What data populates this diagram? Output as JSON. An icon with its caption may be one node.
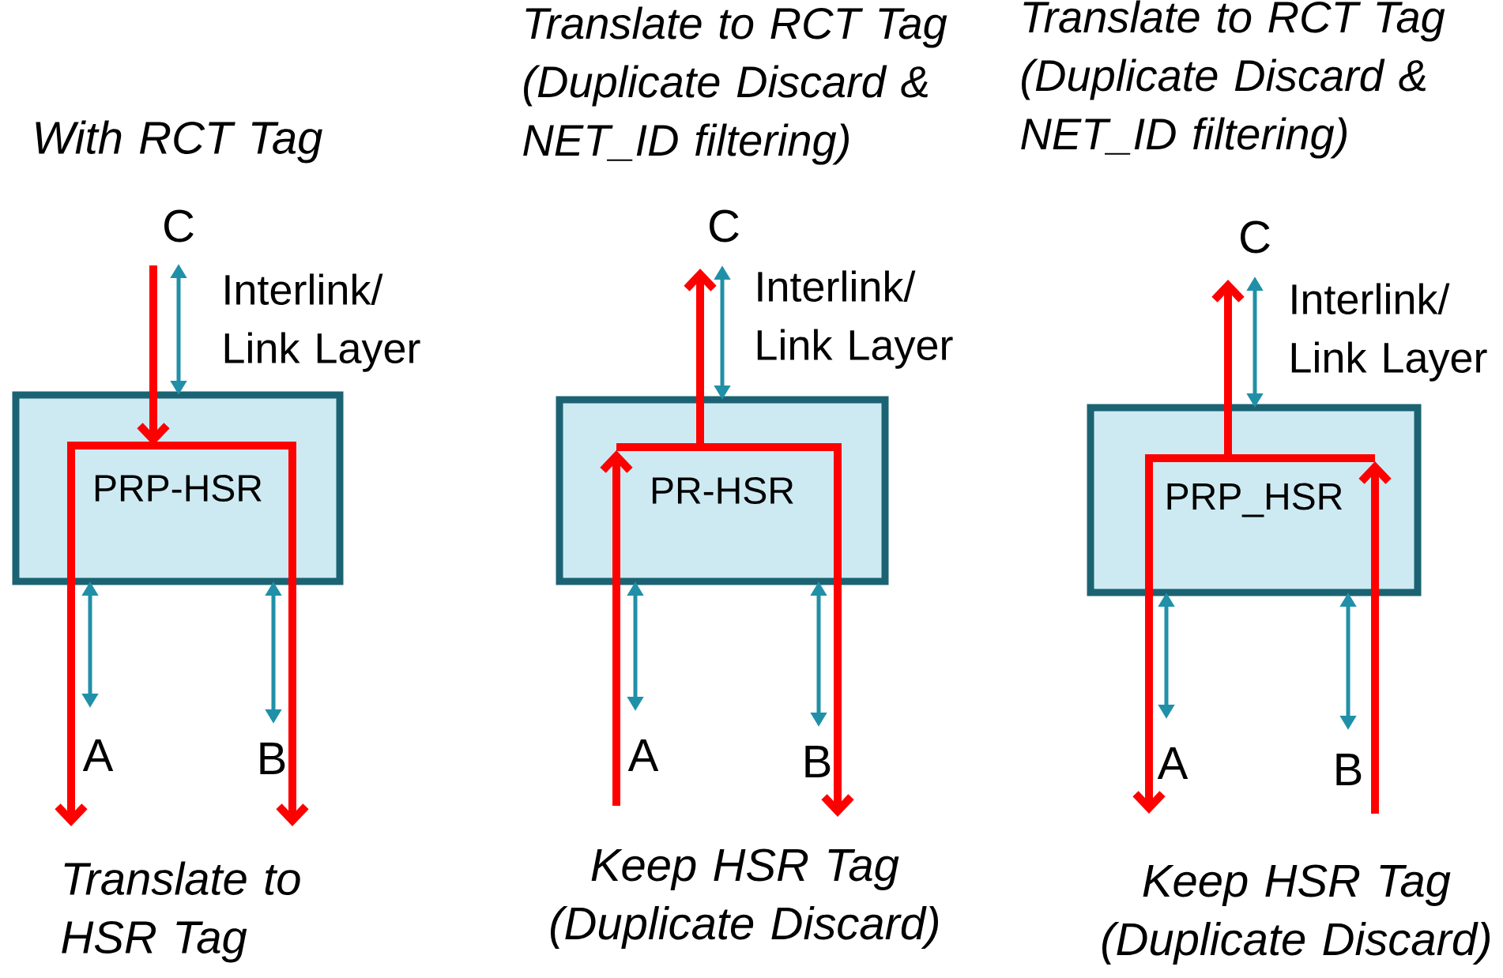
{
  "diagram": {
    "nodes": [
      {
        "text": [
          "C"
        ]
      },
      {
        "text": [
          "PRP-HSR"
        ]
      },
      {
        "text": [
          "A"
        ]
      },
      {
        "text": [
          "B"
        ]
      },
      {
        "text": [
          "C"
        ]
      },
      {
        "text": [
          "PR-HSR"
        ]
      },
      {
        "text": [
          "A"
        ]
      },
      {
        "text": [
          "B"
        ]
      },
      {
        "text": [
          "C"
        ]
      },
      {
        "text": [
          "PRP_HSR"
        ]
      },
      {
        "text": [
          "A"
        ]
      },
      {
        "text": [
          "B"
        ]
      }
    ],
    "edges": [
      {
        "from": 0,
        "to": 1,
        "arrow": "both"
      },
      {
        "from": 1,
        "to": 2,
        "arrow": "both"
      },
      {
        "from": 1,
        "to": 3,
        "arrow": "both"
      },
      {
        "from": 0,
        "to": 1,
        "arrow": "to",
        "style": "thick",
        "color": "#ff0000"
      },
      {
        "from": 1,
        "to": 2,
        "arrow": "to",
        "style": "thick",
        "color": "#ff0000"
      },
      {
        "from": 1,
        "to": 3,
        "arrow": "to",
        "style": "thick",
        "color": "#ff0000"
      },
      {
        "from": 4,
        "to": 5,
        "arrow": "both"
      },
      {
        "from": 5,
        "to": 6,
        "arrow": "both"
      },
      {
        "from": 5,
        "to": 7,
        "arrow": "both"
      },
      {
        "from": 6,
        "to": 5,
        "arrow": "to",
        "style": "thick",
        "color": "#ff0000"
      },
      {
        "from": 5,
        "to": 4,
        "arrow": "to",
        "style": "thick",
        "color": "#ff0000"
      },
      {
        "from": 5,
        "to": 7,
        "arrow": "to",
        "style": "thick",
        "color": "#ff0000"
      },
      {
        "from": 8,
        "to": 9,
        "arrow": "both"
      },
      {
        "from": 9,
        "to": 10,
        "arrow": "both"
      },
      {
        "from": 9,
        "to": 11,
        "arrow": "both"
      },
      {
        "from": 11,
        "to": 9,
        "arrow": "to",
        "style": "thick",
        "color": "#ff0000"
      },
      {
        "from": 9,
        "to": 8,
        "arrow": "to",
        "style": "thick",
        "color": "#ff0000"
      },
      {
        "from": 9,
        "to": 10,
        "arrow": "to",
        "style": "thick",
        "color": "#ff0000"
      }
    ],
    "labels": [
      "With RCT Tag",
      "Interlink/ Link Layer",
      "Translate to HSR Tag",
      "Translate to RCT Tag (Duplicate Discard & NET_ID filtering)",
      "Interlink/ Link Layer",
      "Keep HSR Tag (Duplicate Discard)",
      "Translate to RCT Tag (Duplicate Discard & NET_ID filtering)",
      "Interlink/ Link Layer",
      "Keep HSR Tag (Duplicate Discard)"
    ]
  }
}
